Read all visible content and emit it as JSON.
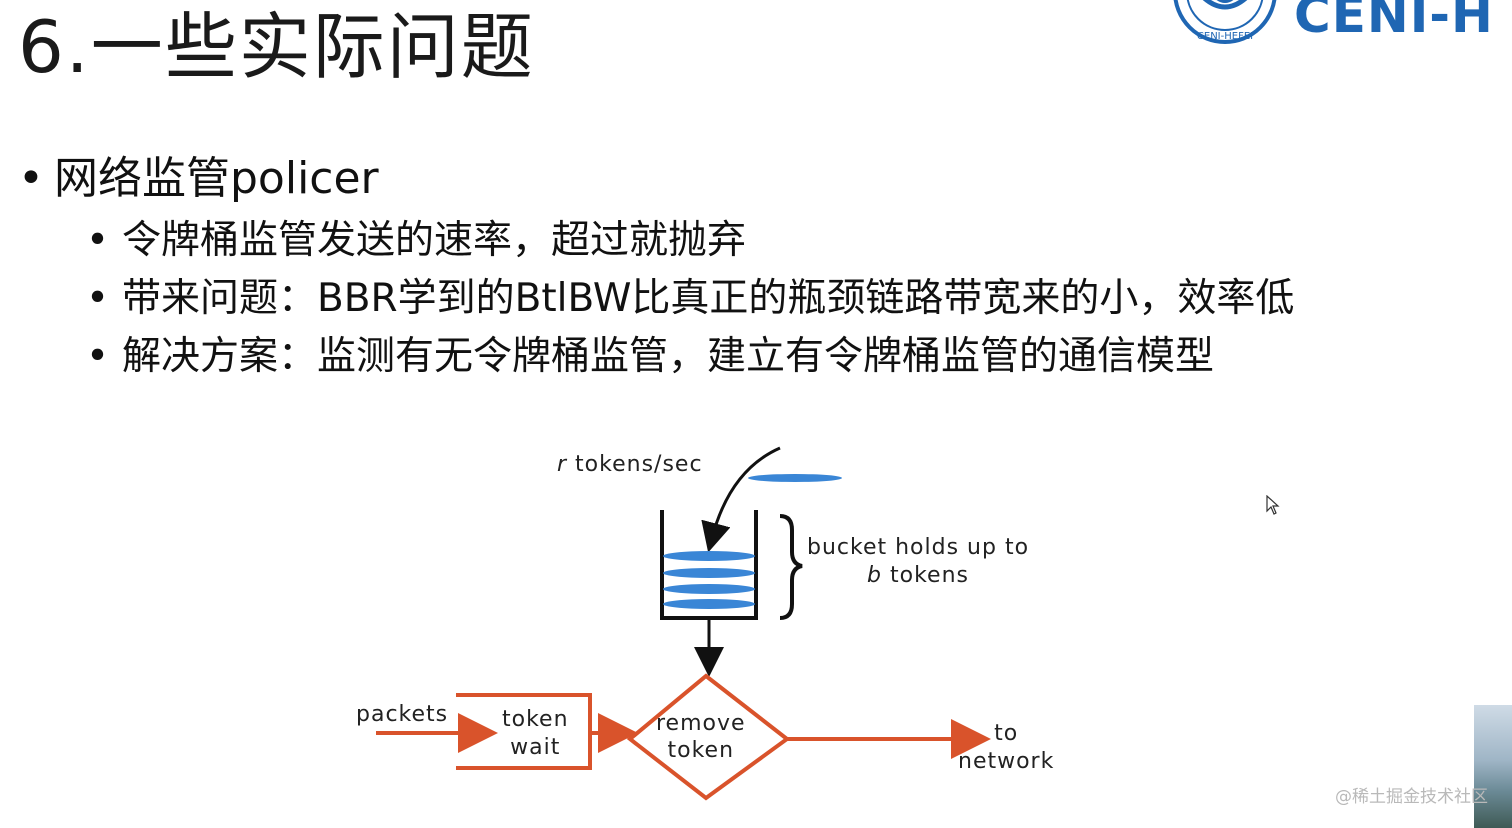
{
  "slide": {
    "title": "6.一些实际问题"
  },
  "logo": {
    "seal_text": "CENI-HEFEI",
    "wordmark": "CENI-H",
    "color": "#1f66b3"
  },
  "bullets": {
    "main": "网络监管policer",
    "sub": [
      "令牌桶监管发送的速率，超过就抛弃",
      "带来问题：BBR学到的BtlBW比真正的瓶颈链路带宽来的小，效率低",
      "解决方案：监测有无令牌桶监管，建立有令牌桶监管的通信模型"
    ],
    "bullet_glyph": "•"
  },
  "diagram": {
    "rate_var": "r",
    "rate_label": "tokens/sec",
    "bucket_line1": "bucket holds up to",
    "bucket_var": "b",
    "bucket_line2": "tokens",
    "packets_label": "packets",
    "wait_line1": "token",
    "wait_line2": "wait",
    "remove_line1": "remove",
    "remove_line2": "token",
    "out_line1": "to",
    "out_line2": "network",
    "token_color": "#3a86d6",
    "flow_color": "#d9532b"
  },
  "watermark": "@稀土掘金技术社区"
}
